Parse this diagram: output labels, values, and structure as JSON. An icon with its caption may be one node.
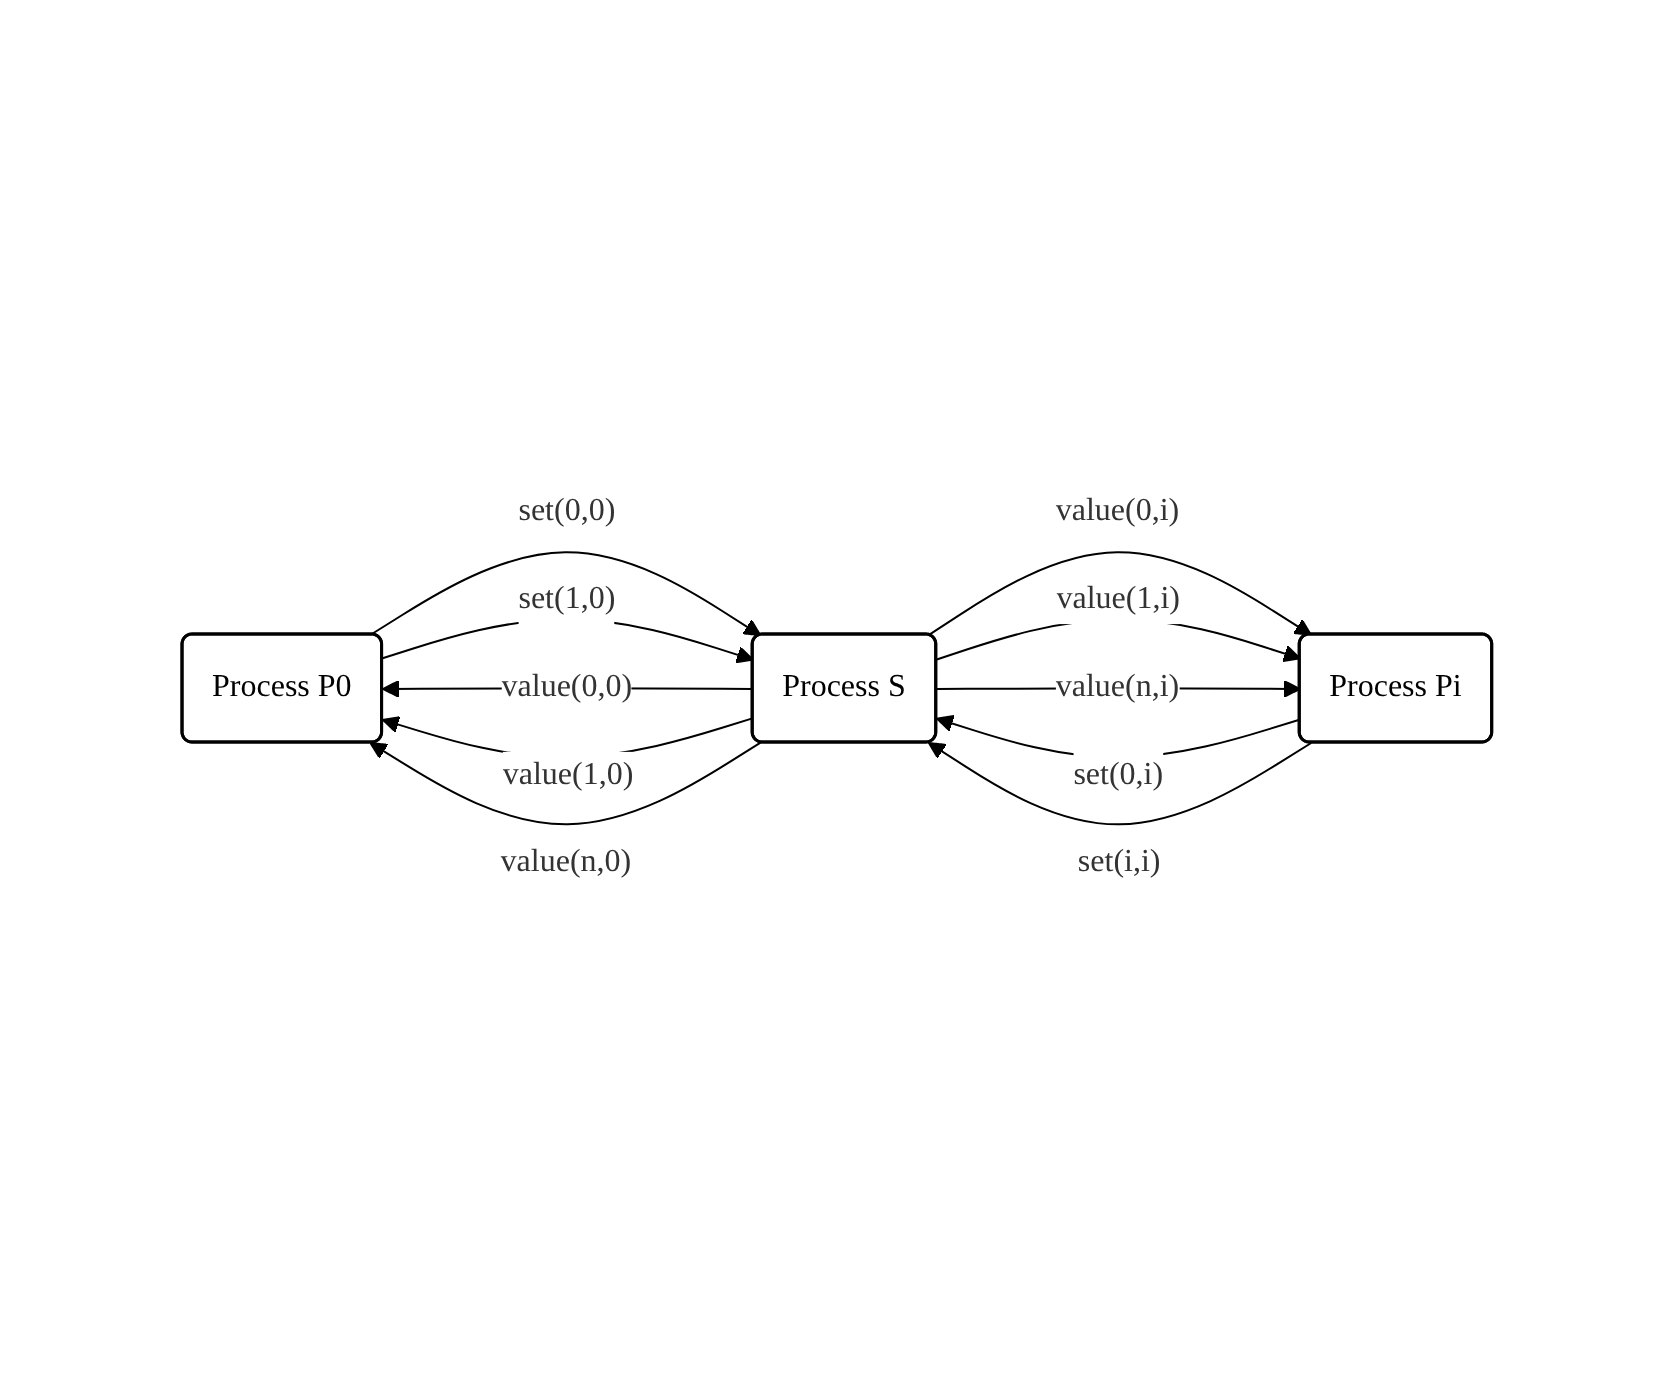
{
  "diagram": {
    "nodes": [
      {
        "text": [
          "Process P0"
        ]
      },
      {
        "text": [
          "Process S"
        ]
      },
      {
        "text": [
          "Process Pi"
        ]
      }
    ],
    "edges": [
      {
        "from": 1,
        "to": 0,
        "arrow": "to",
        "label": "value(0,0)"
      },
      {
        "from": 1,
        "to": 0,
        "arrow": "to",
        "label": "value(1,0)"
      },
      {
        "from": 1,
        "to": 0,
        "arrow": "to",
        "label": "value(n,0)"
      },
      {
        "from": 0,
        "to": 1,
        "arrow": "to",
        "label": "set(0,0)"
      },
      {
        "from": 0,
        "to": 1,
        "arrow": "to",
        "label": "set(1,0)"
      },
      {
        "from": 1,
        "to": 2,
        "arrow": "to",
        "label": "value(0,i)"
      },
      {
        "from": 1,
        "to": 2,
        "arrow": "to",
        "label": "value(1,i)"
      },
      {
        "from": 1,
        "to": 2,
        "arrow": "to",
        "label": "value(n,i)"
      },
      {
        "from": 2,
        "to": 1,
        "arrow": "to",
        "label": "set(0,i)"
      },
      {
        "from": 2,
        "to": 1,
        "arrow": "to",
        "label": "set(i,i)"
      }
    ]
  }
}
